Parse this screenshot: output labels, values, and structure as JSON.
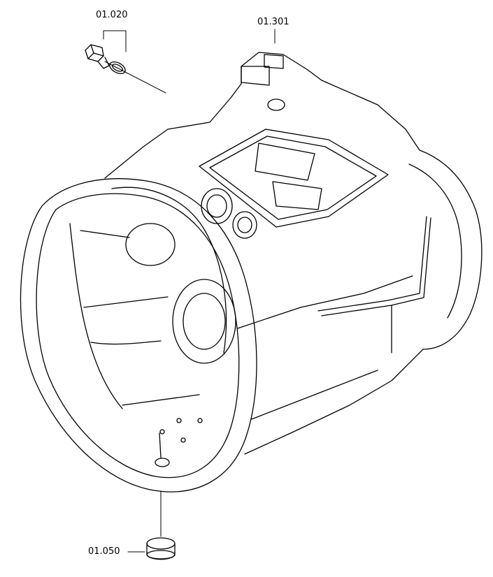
{
  "callouts": {
    "plug": "01.020",
    "housing": "01.301",
    "cap": "01.050"
  },
  "colors": {
    "ink": "#000000",
    "paper": "#ffffff"
  },
  "icons": {
    "plug": "threaded-plug-with-seal-ring-icon",
    "housing": "transmission-housing-drawing",
    "cap": "sealing-cap-icon"
  }
}
